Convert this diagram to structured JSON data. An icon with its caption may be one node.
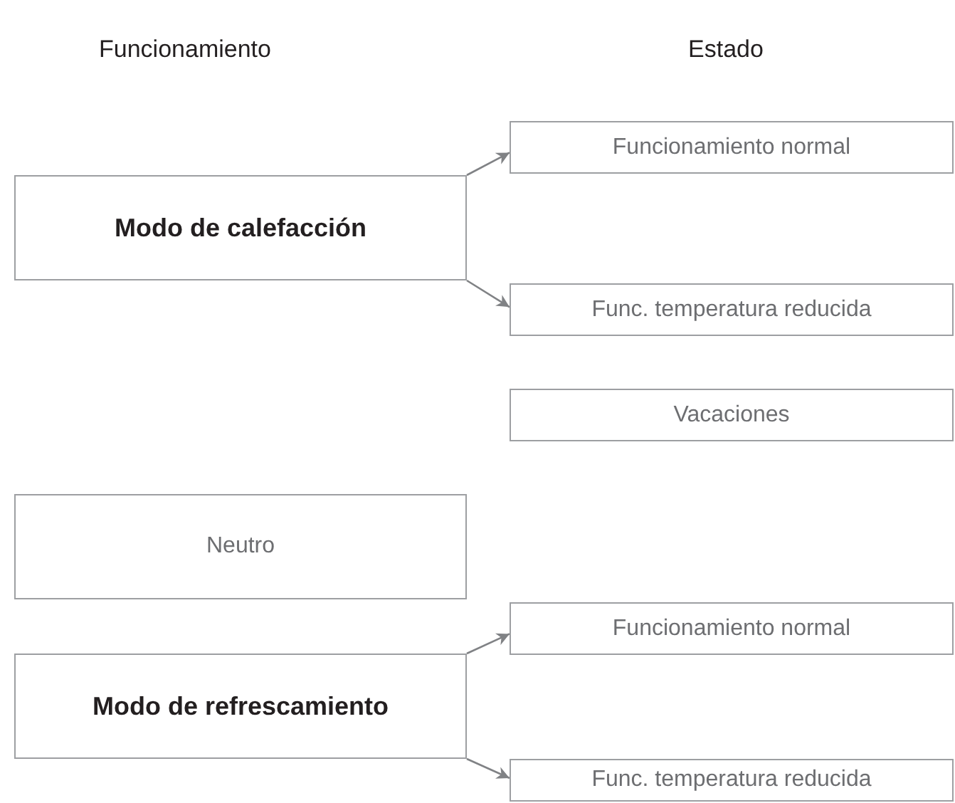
{
  "diagram": {
    "nodes": [
      {
        "text": [
          "Modo de calefacción"
        ]
      },
      {
        "text": [
          "Funcionamiento normal"
        ]
      },
      {
        "text": [
          "Func. temperatura reducida"
        ]
      },
      {
        "text": [
          "Vacaciones"
        ]
      },
      {
        "text": [
          "Neutro"
        ]
      },
      {
        "text": [
          "Modo de refrescamiento"
        ]
      },
      {
        "text": [
          "Funcionamiento normal"
        ]
      },
      {
        "text": [
          "Func. temperatura reducida"
        ]
      }
    ],
    "edges": [
      {
        "from": 0,
        "to": 1,
        "arrow": "to"
      },
      {
        "from": 0,
        "to": 2,
        "arrow": "to"
      },
      {
        "from": 5,
        "to": 6,
        "arrow": "to"
      },
      {
        "from": 5,
        "to": 7,
        "arrow": "to"
      }
    ],
    "labels": [
      "Funcionamiento",
      "Estado"
    ]
  }
}
